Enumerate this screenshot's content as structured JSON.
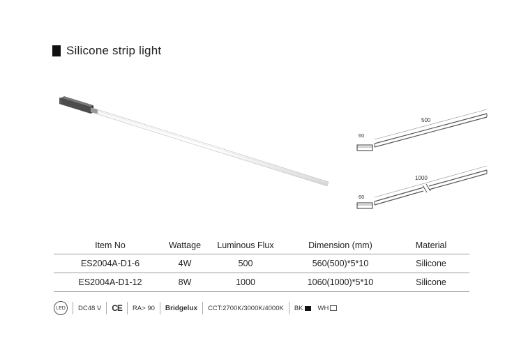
{
  "title": "Silicone strip light",
  "dimensions": {
    "top": {
      "length": "500",
      "connector": "60"
    },
    "bottom": {
      "length": "1000",
      "connector": "60"
    }
  },
  "table": {
    "headers": [
      "Item No",
      "Wattage",
      "Luminous Flux",
      "Dimension (mm)",
      "Material"
    ],
    "rows": [
      [
        "ES2004A-D1-6",
        "4W",
        "500",
        "560(500)*5*10",
        "Silicone"
      ],
      [
        "ES2004A-D1-12",
        "8W",
        "1000",
        "1060(1000)*5*10",
        "Silicone"
      ]
    ]
  },
  "badges": {
    "led": "LED",
    "voltage": "DC48 V",
    "ce": "CE",
    "ra": "RA> 90",
    "brand": "Bridgelux",
    "cct": "CCT:2700K/3000K/4000K",
    "colors": [
      {
        "label": "BK",
        "swatch": "#111111"
      },
      {
        "label": "WH",
        "swatch": "#ffffff"
      }
    ]
  }
}
